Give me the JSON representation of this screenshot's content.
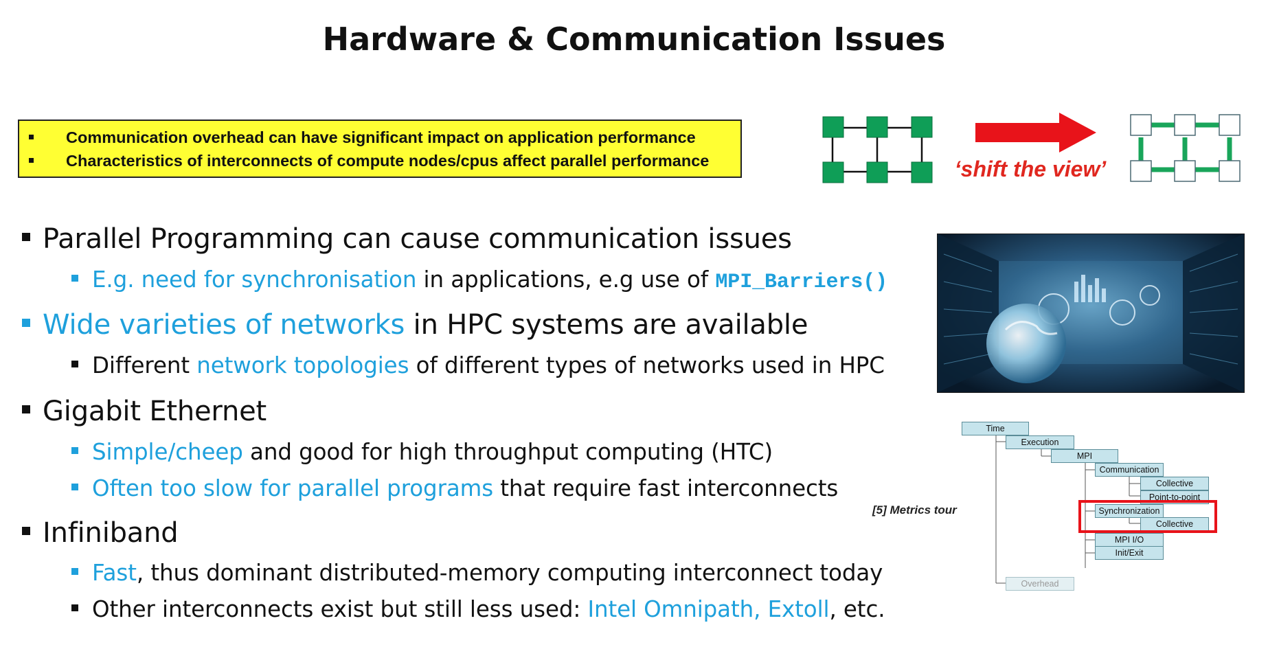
{
  "slide": {
    "title": "Hardware & Communication Issues",
    "highlight_box": [
      "Communication overhead can have significant impact on application performance",
      "Characteristics of interconnects of compute nodes/cpus affect parallel performance"
    ],
    "shift_label": "‘shift the view’",
    "bullets": {
      "b1": {
        "text": "Parallel Programming can cause communication issues"
      },
      "b1_1": {
        "highlight": "E.g. need for synchronisation",
        "text": " in applications, e.g use of ",
        "code": "MPI_Barriers()"
      },
      "b2": {
        "highlight": "Wide varieties of networks",
        "text": " in HPC systems are available"
      },
      "b2_1": {
        "text_before": "Different ",
        "highlight": "network topologies",
        "text": " of different types of networks used in HPC"
      },
      "b3": {
        "text": "Gigabit Ethernet"
      },
      "b3_1": {
        "highlight": "Simple/cheep",
        "text": " and good for high throughput computing (HTC)"
      },
      "b3_2": {
        "highlight": "Often too slow for parallel programs",
        "text": " that require fast interconnects"
      },
      "b4": {
        "text": "Infiniband"
      },
      "b4_1": {
        "highlight": "Fast",
        "text": ", thus dominant distributed-memory computing interconnect today"
      },
      "b4_2": {
        "text_before": "Other interconnects exist but still less used: ",
        "highlight": "Intel Omnipath, Extoll",
        "text": ", etc."
      }
    },
    "metrics_caption": "[5] Metrics tour",
    "metrics_tree": {
      "time": "Time",
      "execution": "Execution",
      "mpi": "MPI",
      "communication": "Communication",
      "collective": "Collective",
      "point_to_point": "Point-to-point",
      "synchronization": "Synchronization",
      "sync_collective": "Collective",
      "mpi_io": "MPI I/O",
      "init_exit": "Init/Exit",
      "overhead": "Overhead"
    }
  },
  "colors": {
    "accent_blue": "#1ea0dc",
    "highlight_yellow": "#ffff33",
    "arrow_red": "#e0271f",
    "node_green": "#0f9e57",
    "link_green": "#19a55a",
    "tree_node_fill": "#c6e4ec",
    "selection_red": "#e8131a"
  },
  "icons": [
    "mesh-topology-icon",
    "shift-arrow-icon",
    "node-links-icon",
    "hpc-datacenter-image"
  ]
}
